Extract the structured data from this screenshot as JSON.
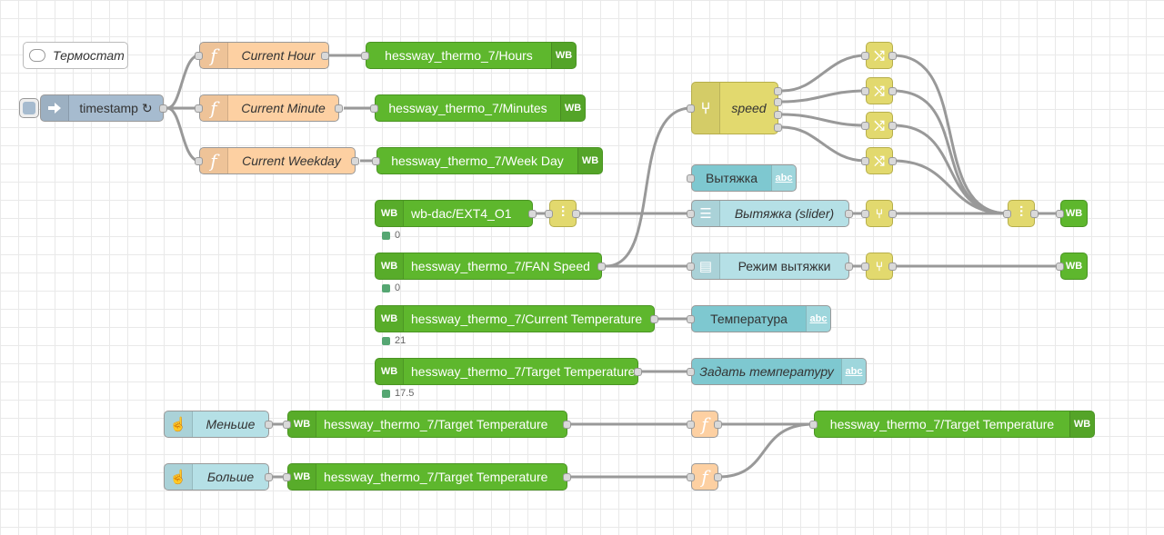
{
  "comment": {
    "label": "Термостат"
  },
  "inject": {
    "label": "timestamp ↻"
  },
  "functions": {
    "current_hour": "Current Hour",
    "current_minute": "Current Minute",
    "current_weekday": "Current Weekday"
  },
  "wb_outputs": {
    "hours": "hessway_thermo_7/Hours",
    "minutes": "hessway_thermo_7/Minutes",
    "week_day": "hessway_thermo_7/Week Day",
    "target_temp_out": "hessway_thermo_7/Target Temperature"
  },
  "wb_inputs": {
    "dac": "wb-dac/EXT4_O1",
    "fan_speed": "hessway_thermo_7/FAN Speed",
    "current_temp": "hessway_thermo_7/Current Temperature",
    "target_temp": "hessway_thermo_7/Target Temperature",
    "target_temp_less": "hessway_thermo_7/Target Temperature",
    "target_temp_more": "hessway_thermo_7/Target Temperature"
  },
  "badge": "WB",
  "statuses": {
    "dac": "0",
    "fan_speed": "0",
    "current_temp": "21",
    "target_temp": "17.5"
  },
  "switch_node": {
    "label": "speed"
  },
  "ui": {
    "vytyazhka": "Вытяжка",
    "vytyazhka_slider": "Вытяжка (slider)",
    "rezhim": "Режим вытяжки",
    "temperatura": "Температура",
    "zadat": "Задать температуру",
    "abc": "abc"
  },
  "buttons": {
    "less": "Меньше",
    "more": "Больше"
  },
  "colors": {
    "wb": "#5eb72d",
    "function": "#fdd0a2",
    "ui": "#7ec8d0",
    "switch": "#e2d96e",
    "inject": "#a6bbcf"
  }
}
